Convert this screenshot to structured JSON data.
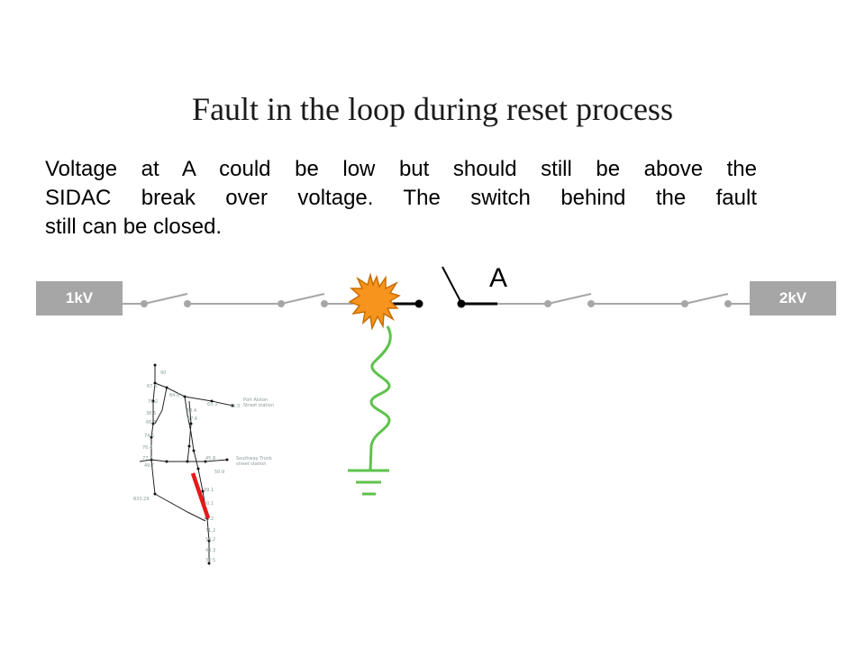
{
  "slide": {
    "title": "Fault in the loop during reset process",
    "paragraph_lines": [
      "Voltage at A could be low but should still be above the",
      "SIDAC break over voltage. The switch behind the fault",
      "still can be closed."
    ]
  },
  "diagram": {
    "source_left_label": "1kV",
    "source_right_label": "2kV",
    "point_label": "A"
  },
  "colors": {
    "source_box": "#a6a6a6",
    "fault_fill": "#f7941d",
    "fault_stroke": "#c86e00",
    "ground_path": "#5ec24b",
    "line": "#a6a6a6",
    "faulted_section": "#e31b1b"
  }
}
